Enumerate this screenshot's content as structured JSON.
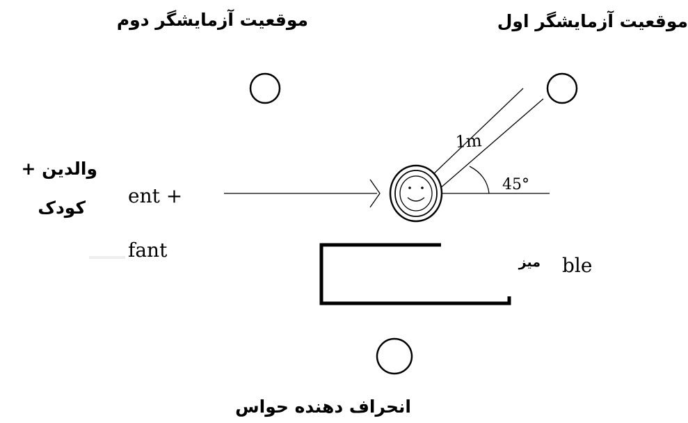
{
  "labels": {
    "observer_1": "موقعیت آزمایشگر اول",
    "observer_2": "موقعیت آزمایشگر دوم",
    "parent_child_line1": "والدین +",
    "parent_child_line2": "کودک",
    "distractor": "انحراف دهنده حواس",
    "table": "میز",
    "distance": "1m",
    "angle": "45°"
  },
  "english_fragments": {
    "parent_fragment": "ent +",
    "infant_fragment": "fant",
    "table_fragment": "ble"
  }
}
